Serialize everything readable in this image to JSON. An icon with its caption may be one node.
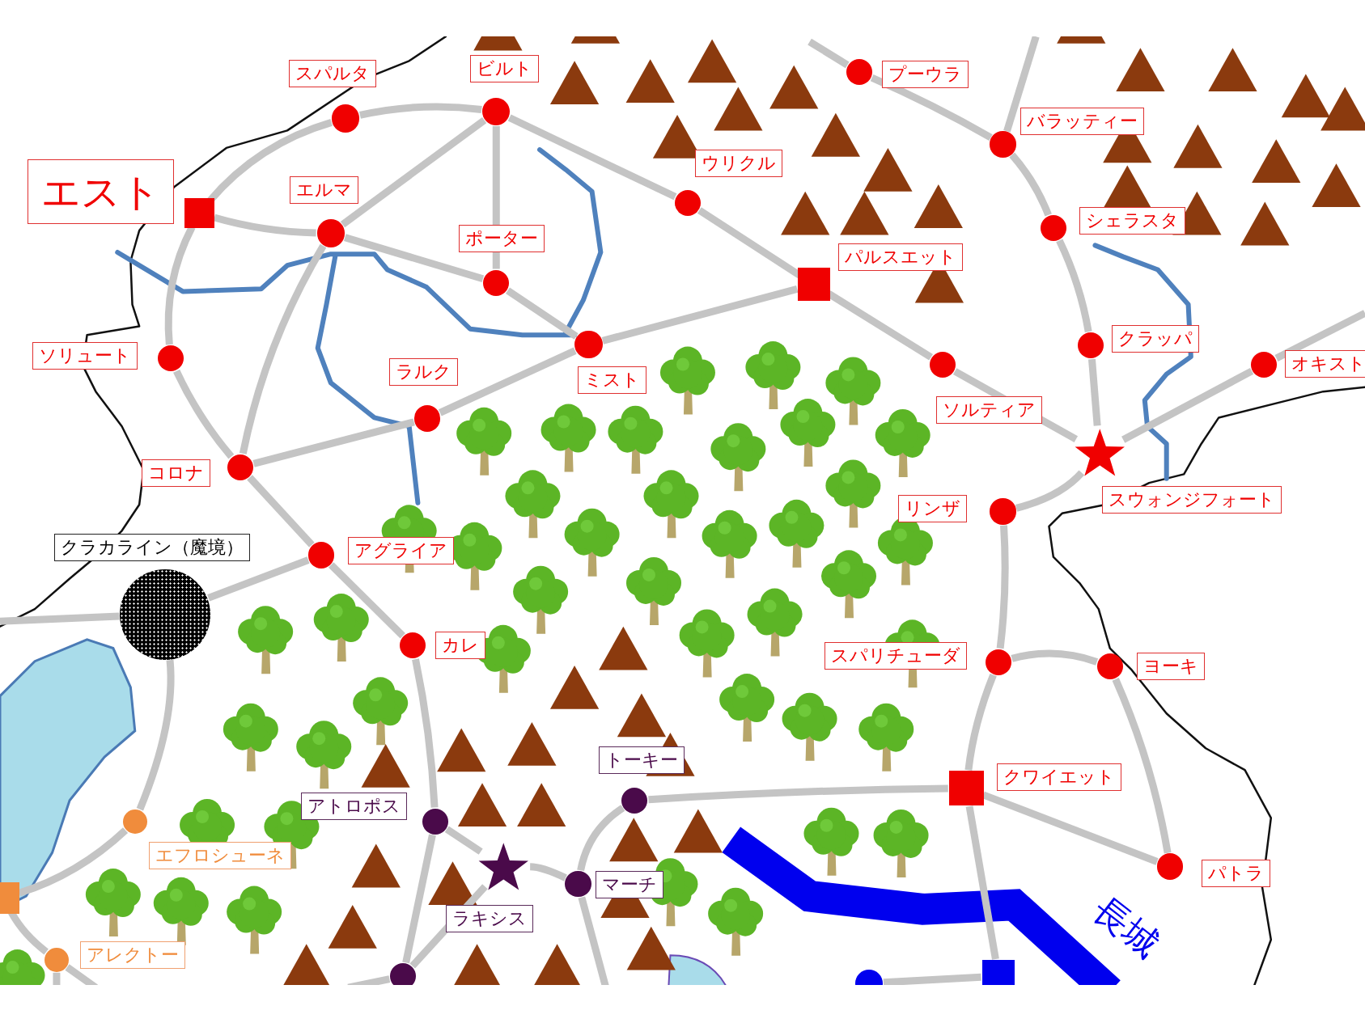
{
  "diagram": {
    "nodes": [
      {
        "text": [],
        "shape": "box",
        "beside": [
          "エスト"
        ]
      },
      {
        "text": [],
        "shape": "circle",
        "beside": [
          "スパルタ"
        ]
      },
      {
        "text": [],
        "shape": "circle",
        "beside": [
          "ビルト"
        ]
      },
      {
        "text": [],
        "shape": "circle",
        "beside": [
          "エルマ"
        ]
      },
      {
        "text": [],
        "shape": "circle",
        "beside": [
          "ポーター"
        ]
      },
      {
        "text": [],
        "shape": "circle",
        "beside": [
          "ウリクル"
        ]
      },
      {
        "text": [],
        "shape": "box",
        "beside": [
          "パルスエット"
        ]
      },
      {
        "text": [],
        "shape": "circle",
        "beside": [
          "プーウラ"
        ]
      },
      {
        "text": [],
        "shape": "circle",
        "beside": [
          "バラッティー"
        ]
      },
      {
        "text": [],
        "shape": "circle",
        "beside": [
          "シェラスタ"
        ]
      },
      {
        "text": [],
        "shape": "circle",
        "beside": [
          "ソリュート"
        ]
      },
      {
        "text": [],
        "shape": "circle",
        "beside": [
          "ミスト"
        ]
      },
      {
        "text": [],
        "shape": "circle",
        "beside": [
          "クラッパ"
        ]
      },
      {
        "text": [],
        "shape": "circle",
        "beside": [
          "オキスト"
        ]
      },
      {
        "text": [],
        "shape": "circle",
        "beside": [
          "ラルク"
        ]
      },
      {
        "text": [],
        "shape": "circle",
        "beside": [
          "ソルティア"
        ]
      },
      {
        "text": [],
        "shape": "star",
        "beside": [
          "スウォンジフォート"
        ]
      },
      {
        "text": [],
        "shape": "circle",
        "beside": [
          "コロナ"
        ]
      },
      {
        "text": [],
        "shape": "circle",
        "beside": [
          "リンザ"
        ]
      },
      {
        "text": [],
        "shape": "circle",
        "beside": [
          "クラカライン（魔境）"
        ]
      },
      {
        "text": [],
        "shape": "circle",
        "beside": [
          "アグライア"
        ]
      },
      {
        "text": [],
        "shape": "circle",
        "beside": [
          "カレ"
        ]
      },
      {
        "text": [],
        "shape": "circle",
        "beside": [
          "スパリチューダ"
        ]
      },
      {
        "text": [],
        "shape": "circle",
        "beside": [
          "ヨーキ"
        ]
      },
      {
        "text": [],
        "shape": "circle",
        "beside": [
          "トーキー"
        ]
      },
      {
        "text": [],
        "shape": "box",
        "beside": [
          "クワイエット"
        ]
      },
      {
        "text": [],
        "shape": "circle",
        "beside": [
          "アトロポス"
        ]
      },
      {
        "text": [],
        "shape": "circle",
        "beside": [
          "エフロシューネ"
        ]
      },
      {
        "text": [],
        "shape": "star",
        "beside": [
          "ラキシス"
        ]
      },
      {
        "text": [],
        "shape": "circle",
        "beside": [
          "マーチ"
        ]
      },
      {
        "text": [],
        "shape": "circle",
        "beside": [
          "パトラ"
        ]
      },
      {
        "text": [],
        "shape": "box"
      },
      {
        "text": [],
        "shape": "circle",
        "beside": [
          "アレクトー"
        ]
      },
      {
        "text": [],
        "shape": "circle"
      },
      {
        "text": [],
        "shape": "circle"
      },
      {
        "text": [],
        "shape": "box"
      }
    ],
    "edges": [
      {
        "from": 0,
        "to": 1,
        "arrow": "none"
      },
      {
        "from": 1,
        "to": 2,
        "arrow": "none"
      },
      {
        "from": 2,
        "to": 3,
        "arrow": "none"
      },
      {
        "from": 2,
        "to": 4,
        "arrow": "none"
      },
      {
        "from": 2,
        "to": 5,
        "arrow": "none"
      },
      {
        "from": 5,
        "to": 6,
        "arrow": "none"
      },
      {
        "from": 0,
        "to": 3,
        "arrow": "none"
      },
      {
        "from": 3,
        "to": 4,
        "arrow": "none"
      },
      {
        "from": 4,
        "to": 11,
        "arrow": "none"
      },
      {
        "from": 3,
        "to": 17,
        "arrow": "none"
      },
      {
        "from": 0,
        "to": 10,
        "arrow": "none"
      },
      {
        "from": 10,
        "to": 17,
        "arrow": "none"
      },
      {
        "from": 17,
        "to": 14,
        "arrow": "none"
      },
      {
        "from": 14,
        "to": 11,
        "arrow": "none"
      },
      {
        "from": 11,
        "to": 6,
        "arrow": "none"
      },
      {
        "from": 17,
        "to": 20,
        "arrow": "none"
      },
      {
        "from": 20,
        "to": 21,
        "arrow": "none"
      },
      {
        "from": 20,
        "to": 19,
        "arrow": "none"
      },
      {
        "from": null,
        "to": 19,
        "arrow": "none"
      },
      {
        "from": 19,
        "to": 27,
        "arrow": "none"
      },
      {
        "from": 27,
        "to": 31,
        "arrow": "none"
      },
      {
        "from": 31,
        "to": 32,
        "arrow": "none"
      },
      {
        "from": 32,
        "to": null,
        "arrow": "none"
      },
      {
        "from": 32,
        "to": null,
        "arrow": "none"
      },
      {
        "from": 21,
        "to": 26,
        "arrow": "none"
      },
      {
        "from": 26,
        "to": 33,
        "arrow": "none"
      },
      {
        "from": 26,
        "to": 28,
        "arrow": "none"
      },
      {
        "from": 28,
        "to": 29,
        "arrow": "none"
      },
      {
        "from": 28,
        "to": 33,
        "arrow": "none"
      },
      {
        "from": 33,
        "to": null,
        "arrow": "none"
      },
      {
        "from": 29,
        "to": 24,
        "arrow": "none"
      },
      {
        "from": 29,
        "to": null,
        "arrow": "none"
      },
      {
        "from": 24,
        "to": 25,
        "arrow": "none"
      },
      {
        "from": 6,
        "to": 15,
        "arrow": "none"
      },
      {
        "from": 15,
        "to": 16,
        "arrow": "none"
      },
      {
        "from": null,
        "to": 7,
        "arrow": "none"
      },
      {
        "from": 7,
        "to": 8,
        "arrow": "none"
      },
      {
        "from": null,
        "to": 8,
        "arrow": "none"
      },
      {
        "from": 8,
        "to": 9,
        "arrow": "none"
      },
      {
        "from": 9,
        "to": 12,
        "arrow": "none"
      },
      {
        "from": 12,
        "to": 16,
        "arrow": "none"
      },
      {
        "from": 16,
        "to": 13,
        "arrow": "none"
      },
      {
        "from": 13,
        "to": null,
        "arrow": "none"
      },
      {
        "from": 16,
        "to": 18,
        "arrow": "none"
      },
      {
        "from": 18,
        "to": 22,
        "arrow": "none"
      },
      {
        "from": 22,
        "to": 23,
        "arrow": "none"
      },
      {
        "from": 23,
        "to": 30,
        "arrow": "none"
      },
      {
        "from": 22,
        "to": 25,
        "arrow": "none"
      },
      {
        "from": 25,
        "to": 30,
        "arrow": "none"
      },
      {
        "from": 25,
        "to": 35,
        "arrow": "none"
      },
      {
        "from": 35,
        "to": 34,
        "arrow": "none"
      }
    ],
    "labels": [
      "長城"
    ]
  }
}
